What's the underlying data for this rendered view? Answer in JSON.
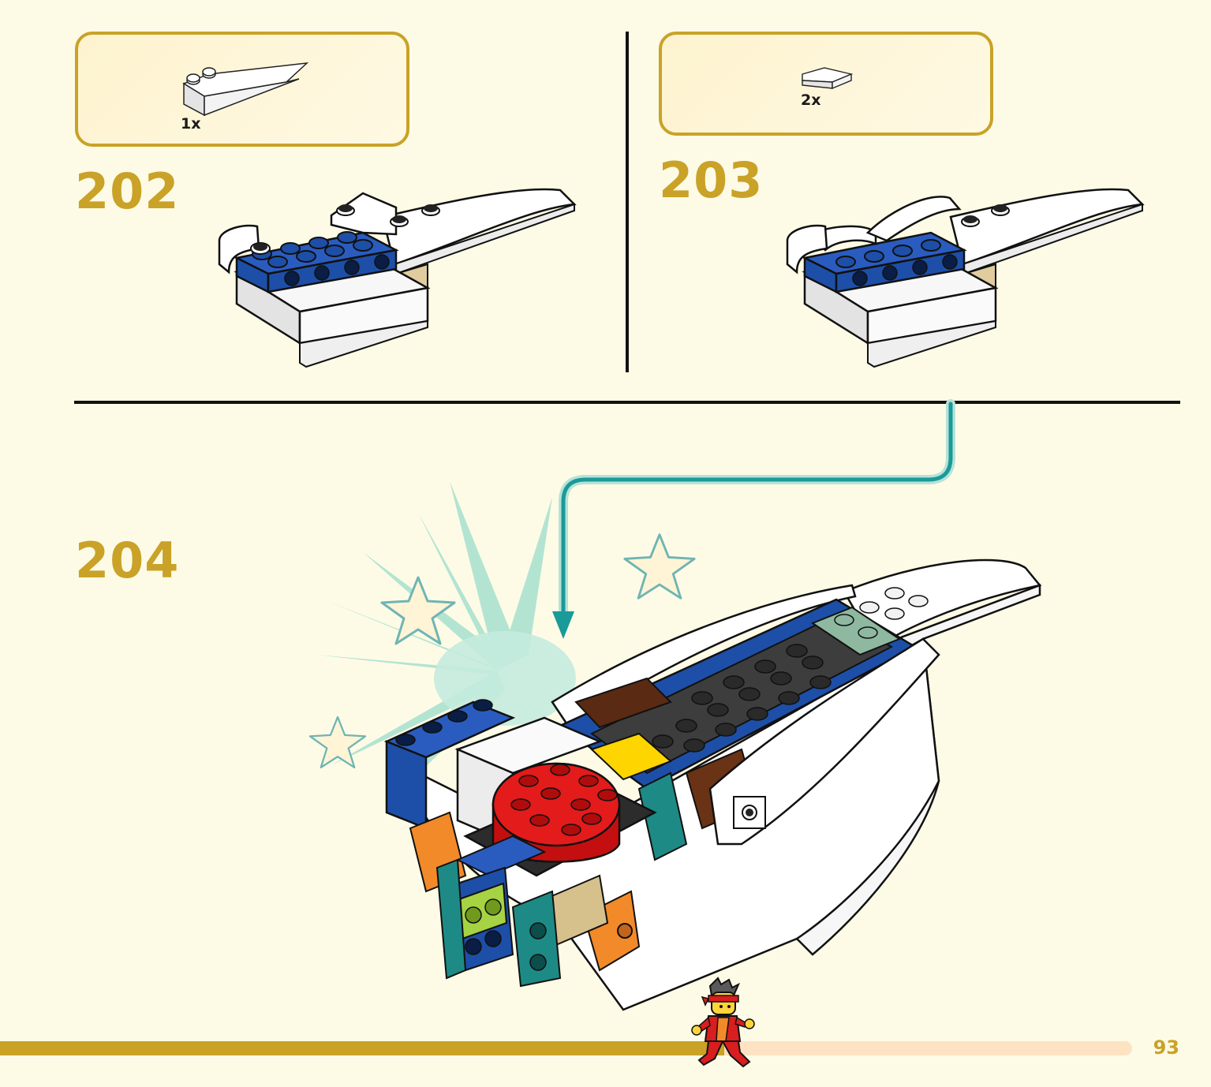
{
  "steps": [
    {
      "number": "202",
      "parts": [
        {
          "qty": "1x",
          "piece": "white-curved-slope-1x6"
        }
      ]
    },
    {
      "number": "203",
      "parts": [
        {
          "qty": "2x",
          "piece": "white-curved-slope-1x2"
        }
      ]
    },
    {
      "number": "204",
      "parts": []
    }
  ],
  "page": {
    "number": "93",
    "progress": 0.64
  },
  "colors": {
    "accent": "#c9a227",
    "background": "#fdfbe6",
    "arrow": "#1a9a98",
    "blue": "#1d4fa8",
    "red": "#d90f0f",
    "burst": "#9bdcc8"
  },
  "icons": [
    "sparkle-star-icon",
    "minifigure-icon",
    "sub-assembly-arrow-icon"
  ]
}
